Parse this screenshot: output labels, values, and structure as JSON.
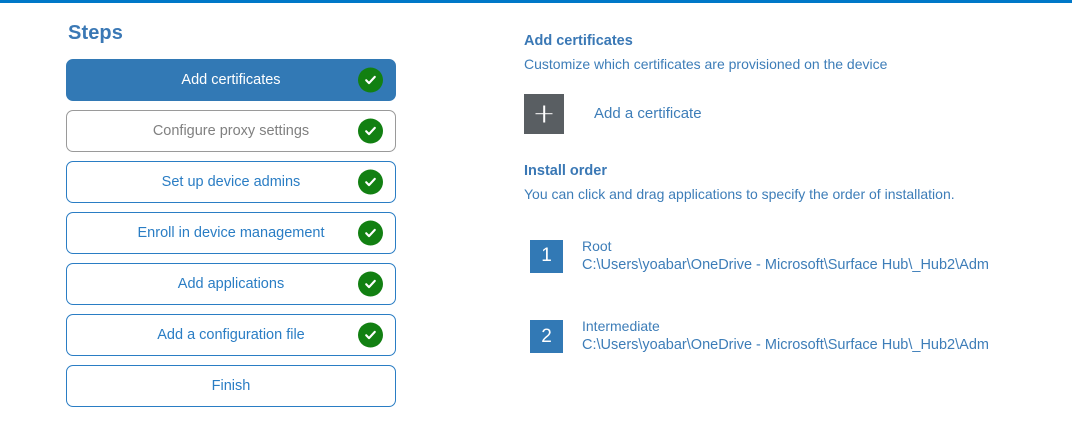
{
  "theme": {
    "accent_bar": "#0078c8",
    "primary_blue": "#3279b5",
    "link_blue": "#3d7db8",
    "heading_blue": "#3a78b5",
    "muted_gray": "#808080",
    "check_green": "#128012",
    "add_square_gray": "#595e62"
  },
  "steps_panel": {
    "title": "Steps",
    "items": [
      {
        "label": "Add certificates",
        "state": "active",
        "completed": true
      },
      {
        "label": "Configure proxy settings",
        "state": "muted",
        "completed": true
      },
      {
        "label": "Set up device admins",
        "state": "normal",
        "completed": true
      },
      {
        "label": "Enroll in device management",
        "state": "normal",
        "completed": true
      },
      {
        "label": "Add applications",
        "state": "normal",
        "completed": true
      },
      {
        "label": "Add a configuration file",
        "state": "normal",
        "completed": true
      },
      {
        "label": "Finish",
        "state": "normal",
        "completed": false
      }
    ]
  },
  "detail_panel": {
    "heading": "Add certificates",
    "subheading": "Customize which certificates are provisioned on the device",
    "add_certificate": {
      "icon": "plus-icon",
      "label": "Add a certificate"
    },
    "install_order": {
      "heading": "Install order",
      "subheading": "You can click and drag applications to specify the order of installation.",
      "items": [
        {
          "number": "1",
          "name": "Root",
          "path": "C:\\Users\\yoabar\\OneDrive - Microsoft\\Surface Hub\\_Hub2\\Adm"
        },
        {
          "number": "2",
          "name": "Intermediate",
          "path": "C:\\Users\\yoabar\\OneDrive - Microsoft\\Surface Hub\\_Hub2\\Adm"
        }
      ]
    }
  }
}
